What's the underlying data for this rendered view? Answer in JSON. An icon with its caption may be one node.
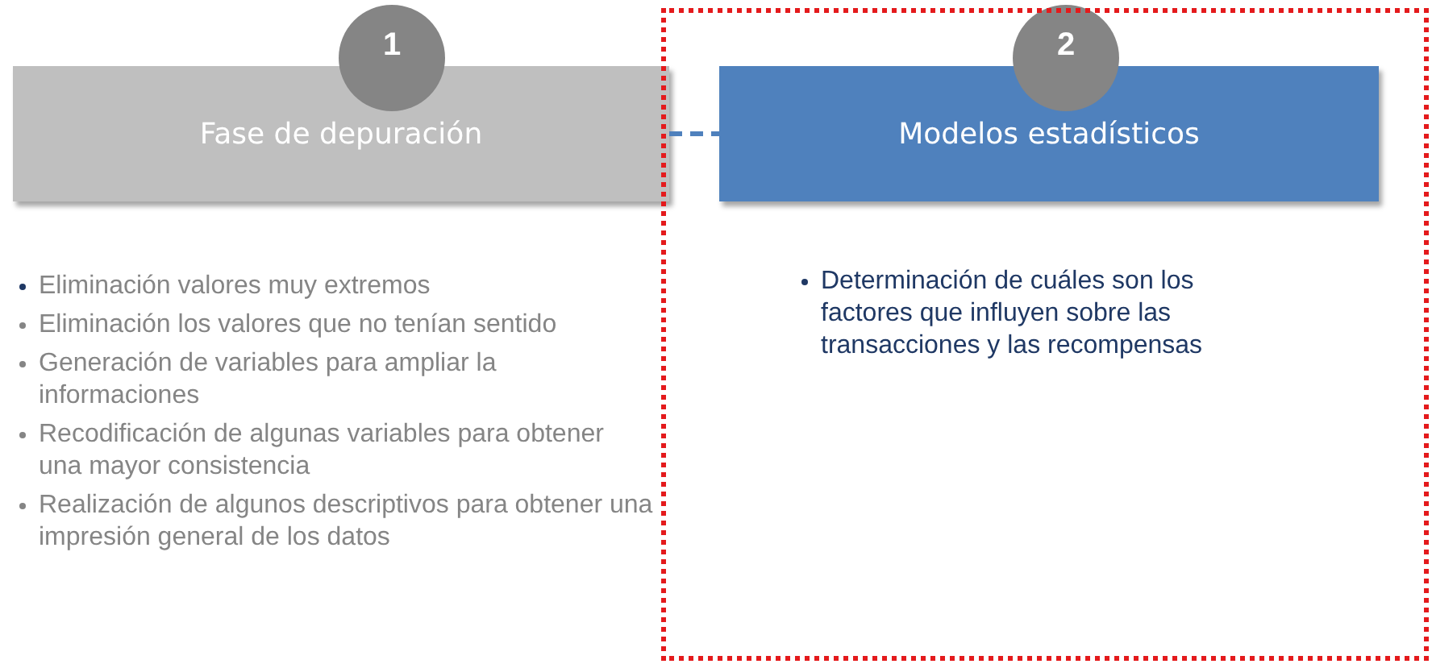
{
  "diagram": {
    "nodes": [
      {
        "text": [
          "1"
        ]
      },
      {
        "text": [
          "Fase de depuración"
        ],
        "beside": [
          "Eliminación valores muy extremos",
          "Eliminación los valores que no tenían sentido",
          "Generación de variables para ampliar la informaciones",
          "Recodificación de algunas variables para obtener una mayor consistencia",
          "Realización de algunos descriptivos para obtener una impresión general de los datos"
        ]
      },
      {
        "text": [
          "2"
        ]
      },
      {
        "text": [
          "Modelos estadísticos"
        ],
        "beside": [
          "Determinación de cuáles son los factores que influyen sobre las transacciones y las recompensas"
        ]
      }
    ],
    "edges": [
      {
        "from": 1,
        "to": 3,
        "arrow": "none",
        "style": "dashed"
      }
    ]
  }
}
